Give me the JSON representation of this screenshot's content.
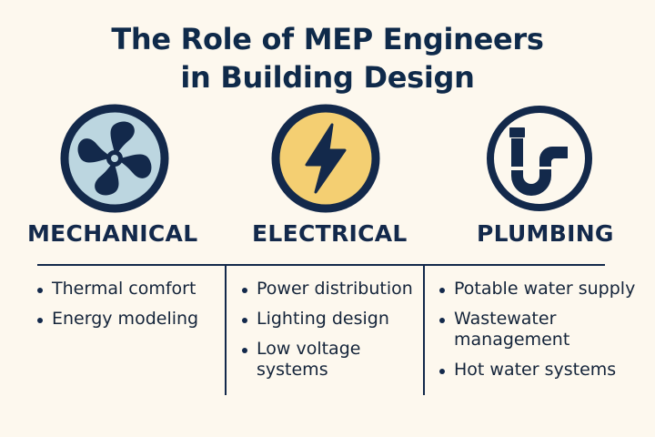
{
  "title": {
    "line1": "The Role of MEP Engineers",
    "line2": "in Building Design"
  },
  "colors": {
    "background": "#fdf8ee",
    "navy": "#13294b",
    "mechanical_fill": "#bcd6e0",
    "electrical_fill": "#f4cf72",
    "plumbing_fill": "#fdf8ee"
  },
  "disciplines": [
    {
      "icon": "fan-icon",
      "heading": "MECHANICAL",
      "items": [
        "Thermal comfort",
        "Energy modeling"
      ]
    },
    {
      "icon": "lightning-bolt-icon",
      "heading": "ELECTRICAL",
      "items": [
        "Power distribution",
        "Lighting design",
        "Low voltage systems"
      ]
    },
    {
      "icon": "pipe-trap-icon",
      "heading": "PLUMBING",
      "items": [
        "Potable water supply",
        "Wastewater management",
        "Hot water systems"
      ]
    }
  ]
}
